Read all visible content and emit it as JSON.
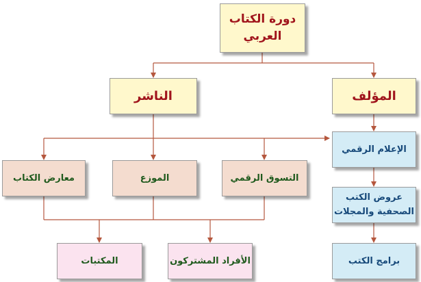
{
  "diagram": {
    "title": "دورة الكتاب\nالعربي",
    "publisher": "الناشر",
    "author": "المؤلف",
    "book_fairs": "معارض الكتاب",
    "distributor": "الموزع",
    "digital_marketing": "التسوق الرقمي",
    "digital_media": "الإعلام الرقمي",
    "press_reviews": "عروض الكتب\nالصحفية والمجلات",
    "book_programs": "برامج الكتب",
    "libraries": "المكتبات",
    "subscribers": "الأفراد المشتركون"
  },
  "colors": {
    "line": "#b5573e",
    "title_text": "#a0141c",
    "peach_text": "#1f5a1d",
    "blue_text": "#17497a"
  }
}
